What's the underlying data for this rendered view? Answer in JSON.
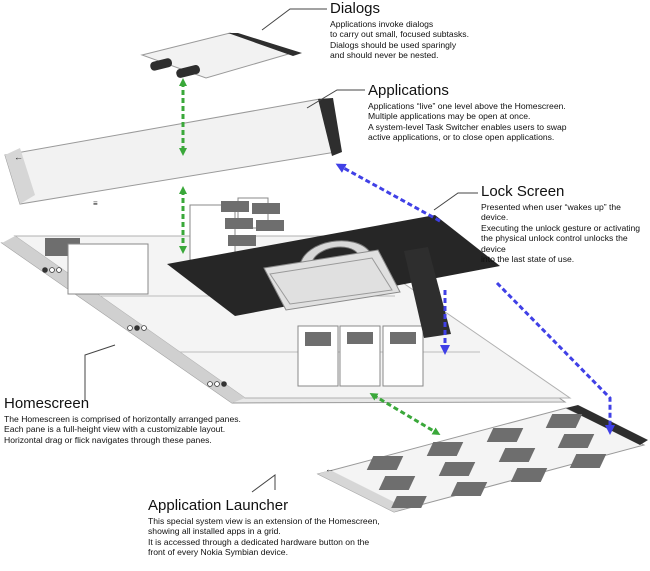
{
  "layers": {
    "dialogs": {
      "title": "Dialogs",
      "desc": "Applications invoke dialogs\nto carry out small, focused subtasks.\nDialogs should be used sparingly\nand should never be nested."
    },
    "applications": {
      "title": "Applications",
      "desc": "Applications “live” one level above the Homescreen.\nMultiple applications may be open at once.\nA system-level Task Switcher enables users to swap\nactive applications, or to close open applications."
    },
    "lock_screen": {
      "title": "Lock Screen",
      "desc": "Presented when user “wakes up” the device.\nExecuting the unlock gesture or activating\nthe physical unlock control unlocks the device\ninto the last state of use."
    },
    "homescreen": {
      "title": "Homescreen",
      "desc": "The Homescreen is comprised of horizontally arranged panes.\nEach pane is a full-height view with a customizable layout.\nHorizontal drag or flick navigates through these panes."
    },
    "launcher": {
      "title": "Application Launcher",
      "desc": "This special system view is an extension of the Homescreen,\nshowing all installed apps in a grid.\nIt is accessed through a dedicated hardware button on the\nfront of every Nokia Symbian device."
    }
  },
  "colors": {
    "green_arrow": "#3aa83a",
    "blue_arrow": "#4040e6",
    "lock_panel": "#262626",
    "dark_bar": "#2e2e2e",
    "tile_grey": "#6e6e6e",
    "pane_fill": "#f1f1f1",
    "softkey_bar": "#d6d6d6"
  },
  "icons": [
    "back-arrow-icon",
    "menu-icon",
    "padlock-icon",
    "page-indicator-icon"
  ]
}
